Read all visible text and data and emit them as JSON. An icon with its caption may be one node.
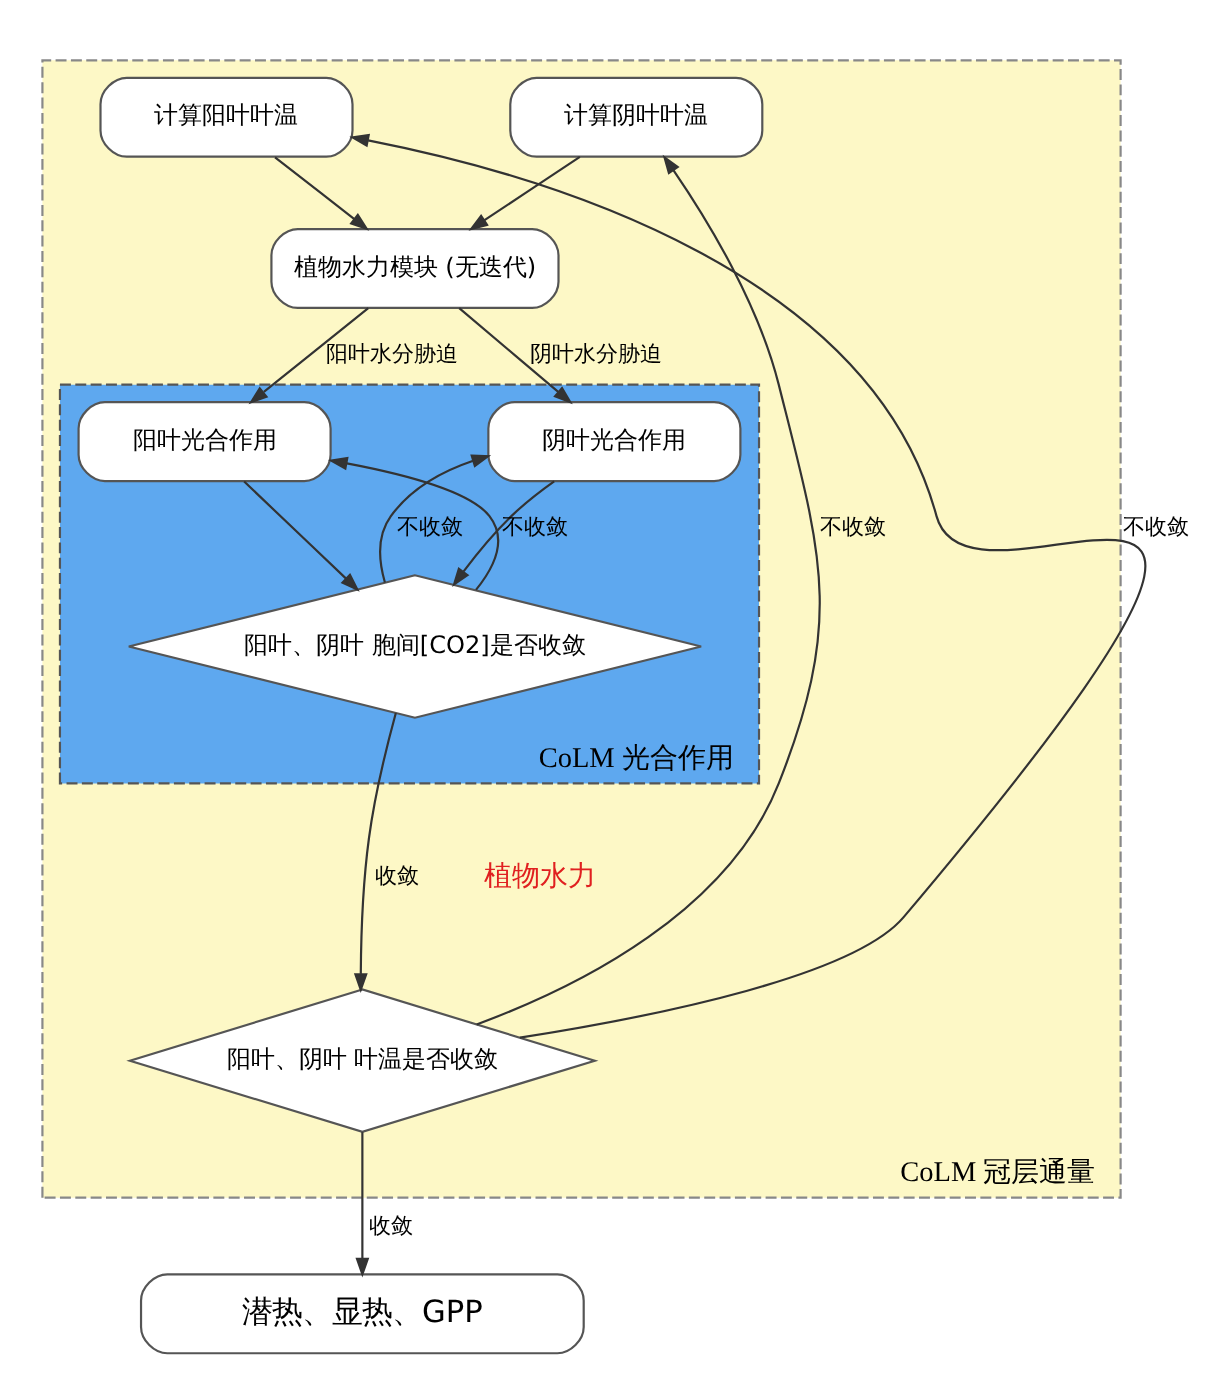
{
  "diagram": {
    "nodes": [
      {
        "text": [
          "CoLM 冠层通量"
        ]
      },
      {
        "text": [
          "计算阳叶叶温"
        ],
        "in": 0
      },
      {
        "text": [
          "计算阴叶叶温"
        ],
        "in": 0
      },
      {
        "text": [
          "植物水力模块 (无迭代)"
        ],
        "in": 0
      },
      {
        "text": [
          "CoLM 光合作用"
        ],
        "in": 0
      },
      {
        "text": [
          "阳叶光合作用"
        ],
        "in": 4
      },
      {
        "text": [
          "阴叶光合作用"
        ],
        "in": 4
      },
      {
        "text": [
          "阳叶、阴叶 胞间[CO2]是否收敛"
        ],
        "in": 4
      },
      {
        "text": [
          "阳叶、阴叶 叶温是否收敛"
        ],
        "in": 0
      },
      {
        "text": [
          "潜热、显热、GPP"
        ]
      }
    ],
    "edges": [
      {
        "from": 1,
        "to": 3,
        "arrow": "to"
      },
      {
        "from": 2,
        "to": 3,
        "arrow": "to"
      },
      {
        "from": 3,
        "to": 5,
        "arrow": "to",
        "label": "阳叶水分胁迫"
      },
      {
        "from": 3,
        "to": 6,
        "arrow": "to",
        "label": "阴叶水分胁迫"
      },
      {
        "from": 5,
        "to": 7,
        "arrow": "to"
      },
      {
        "from": 6,
        "to": 7,
        "arrow": "to"
      },
      {
        "from": 7,
        "to": 5,
        "arrow": "to",
        "label": "不收敛"
      },
      {
        "from": 7,
        "to": 6,
        "arrow": "to",
        "label": "不收敛"
      },
      {
        "from": 7,
        "to": 8,
        "arrow": "to",
        "label": "收敛"
      },
      {
        "from": 8,
        "to": 1,
        "arrow": "to",
        "label": "不收敛"
      },
      {
        "from": 8,
        "to": 2,
        "arrow": "to",
        "label": "不收敛"
      },
      {
        "from": 8,
        "to": 9,
        "arrow": "to",
        "label": "收敛"
      }
    ],
    "labels": [
      "植物水力"
    ]
  }
}
